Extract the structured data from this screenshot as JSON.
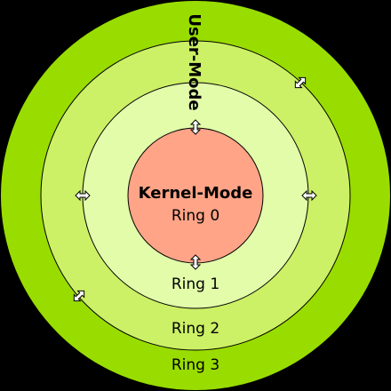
{
  "colors": {
    "background": "#000000",
    "ring3": "#99dd00",
    "ring2": "#ccf066",
    "ring1": "#e2fcaa",
    "ring0": "#ffa487",
    "outline": "#000000"
  },
  "rings": [
    {
      "level": 3,
      "label": "Ring 3"
    },
    {
      "level": 2,
      "label": "Ring 2"
    },
    {
      "level": 1,
      "label": "Ring 1"
    },
    {
      "level": 0,
      "label": "Ring 0"
    }
  ],
  "modes": {
    "user": "User-Mode",
    "kernel": "Kernel-Mode"
  },
  "icons": {
    "arrow": "double-headed-arrow-icon"
  }
}
